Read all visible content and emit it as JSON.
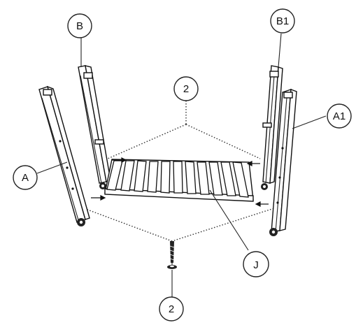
{
  "diagram": {
    "labels": {
      "A": "A",
      "A1": "A1",
      "B": "B",
      "B1": "B1",
      "J": "J",
      "screw_top": "2",
      "screw_bottom": "2"
    }
  }
}
